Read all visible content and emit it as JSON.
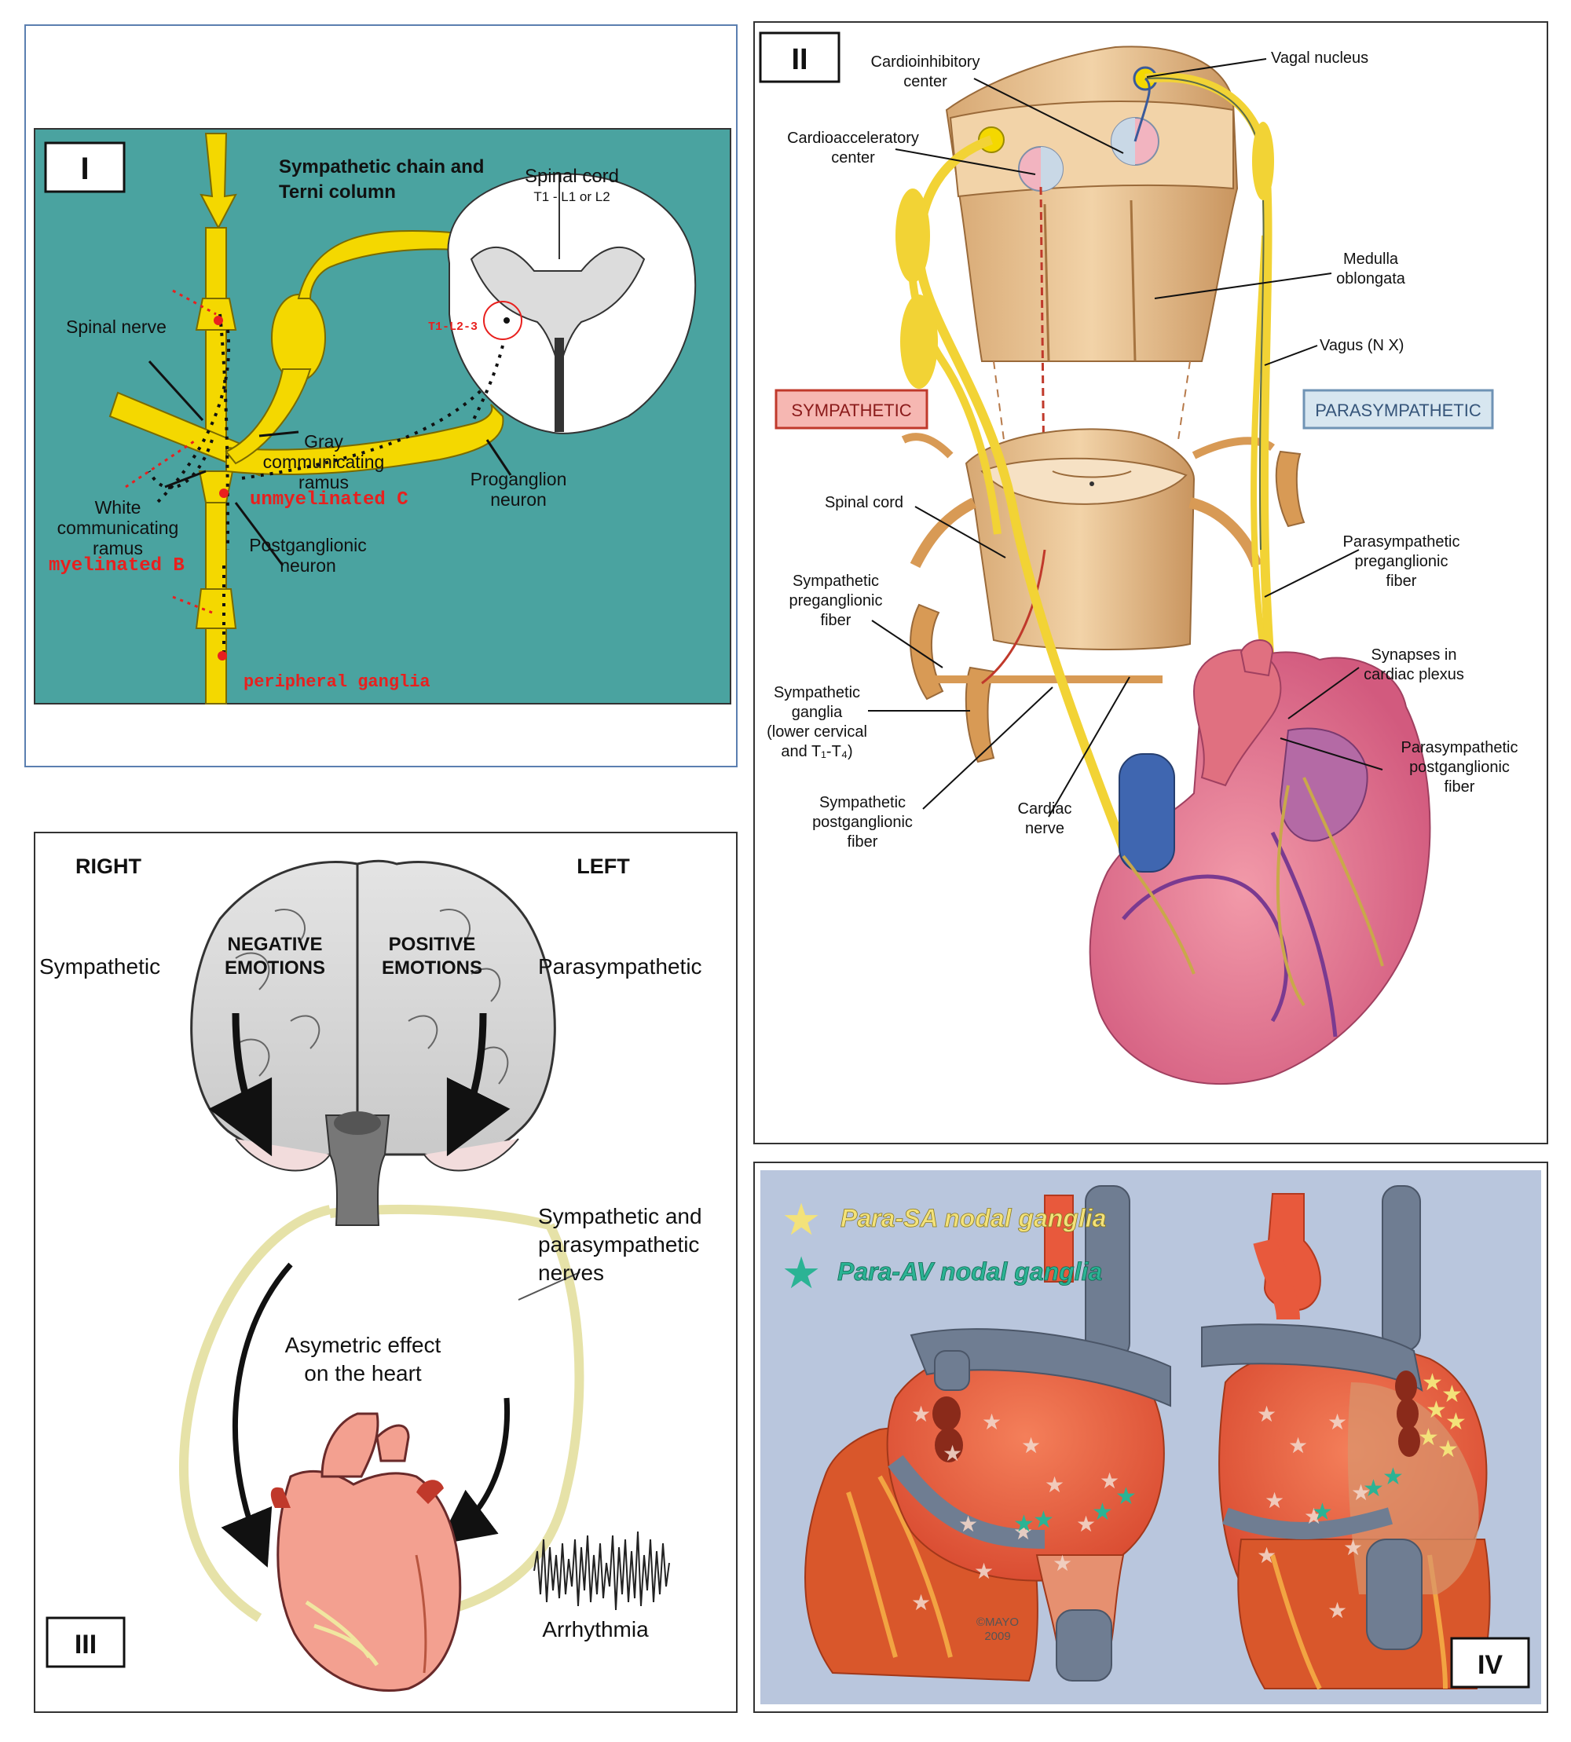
{
  "colors": {
    "teal_bg": "#4aa3a0",
    "chain_yellow": "#f4d800",
    "red_label": "#e8201e",
    "nerve_yellow": "#f2d335",
    "panel_iv_bg": "#b9c6dd",
    "heart_red": "#e8593c",
    "vessel_gray": "#6f7d92",
    "para_sa_star": "#f3e27a",
    "para_av_star": "#2bb394"
  },
  "panel_i": {
    "badge": "I",
    "title_line1": "Sympathetic chain and",
    "title_line2": "Terni column",
    "spinal_cord": "Spinal cord",
    "spinal_cord_levels": "T1 - L1 or L2",
    "segment_label": "T1-L2-3",
    "spinal_nerve": "Spinal nerve",
    "gray_ramus_1": "Gray",
    "gray_ramus_2": "communicating",
    "gray_ramus_3": "ramus",
    "unmyelinated": "unmyelinated C",
    "proganglion_1": "Proganglion",
    "proganglion_2": "neuron",
    "white_ramus_1": "White",
    "white_ramus_2": "communicating",
    "white_ramus_3": "ramus",
    "myelinated": "myelinated B",
    "postganglionic_1": "Postganglionic",
    "postganglionic_2": "neuron",
    "peripheral": "peripheral ganglia"
  },
  "panel_ii": {
    "badge": "II",
    "cardioinhibitory_1": "Cardioinhibitory",
    "cardioinhibitory_2": "center",
    "vagal_nucleus": "Vagal nucleus",
    "cardioacceleratory_1": "Cardioacceleratory",
    "cardioacceleratory_2": "center",
    "medulla_1": "Medulla",
    "medulla_2": "oblongata",
    "vagus": "Vagus (N X)",
    "sympathetic": "SYMPATHETIC",
    "parasympathetic": "PARASYMPATHETIC",
    "spinal_cord": "Spinal cord",
    "para_pre_1": "Parasympathetic",
    "para_pre_2": "preganglionic",
    "para_pre_3": "fiber",
    "symp_pre_1": "Sympathetic",
    "symp_pre_2": "preganglionic",
    "symp_pre_3": "fiber",
    "synapses_1": "Synapses in",
    "synapses_2": "cardiac plexus",
    "symp_ganglia_1": "Sympathetic",
    "symp_ganglia_2": "ganglia",
    "symp_ganglia_3": "(lower cervical",
    "symp_ganglia_4": "and T₁-T₄)",
    "para_post_1": "Parasympathetic",
    "para_post_2": "postganglionic",
    "para_post_3": "fiber",
    "symp_post_1": "Sympathetic",
    "symp_post_2": "postganglionic",
    "symp_post_3": "fiber",
    "cardiac_nerve_1": "Cardiac",
    "cardiac_nerve_2": "nerve"
  },
  "panel_iii": {
    "badge": "III",
    "right": "RIGHT",
    "left": "LEFT",
    "sympathetic": "Sympathetic",
    "parasympathetic": "Parasympathetic",
    "negative_1": "NEGATIVE",
    "negative_2": "EMOTIONS",
    "positive_1": "POSITIVE",
    "positive_2": "EMOTIONS",
    "nerves_1": "Sympathetic and",
    "nerves_2": "parasympathetic",
    "nerves_3": "nerves",
    "asym_1": "Asymetric effect",
    "asym_2": "on the heart",
    "arrhythmia": "Arrhythmia"
  },
  "panel_iv": {
    "badge": "IV",
    "legend_sa": "Para-SA nodal ganglia",
    "legend_av": "Para-AV nodal ganglia",
    "copyright_1": "©MAYO",
    "copyright_2": "2009"
  }
}
